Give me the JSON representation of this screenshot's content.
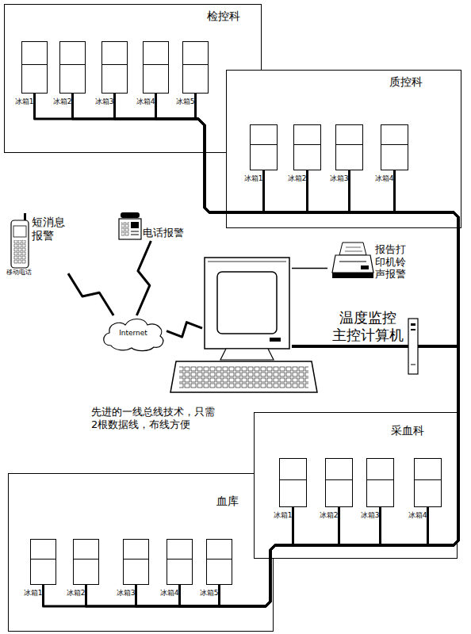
{
  "diagram": {
    "nodes": [
      {
        "text": [
          "检控科"
        ]
      },
      {
        "text": [
          "冰箱1"
        ],
        "in": 0
      },
      {
        "text": [
          "冰箱2"
        ],
        "in": 0
      },
      {
        "text": [
          "冰箱3"
        ],
        "in": 0
      },
      {
        "text": [
          "冰箱4"
        ],
        "in": 0
      },
      {
        "text": [
          "冰箱5"
        ],
        "in": 0
      },
      {
        "text": [
          "质控科"
        ]
      },
      {
        "text": [
          "冰箱1"
        ],
        "in": 6
      },
      {
        "text": [
          "冰箱2"
        ],
        "in": 6
      },
      {
        "text": [
          "冰箱3"
        ],
        "in": 6
      },
      {
        "text": [
          "冰箱4"
        ],
        "in": 6
      },
      {
        "text": [
          "短消息报警",
          "移动电话"
        ]
      },
      {
        "text": [
          "电话报警"
        ]
      },
      {
        "text": [
          "报告打印机铃声报警"
        ]
      },
      {
        "text": [
          "Internet"
        ]
      },
      {
        "text": [
          "温度监控 主控计算机"
        ]
      },
      {
        "text": [
          "采血科"
        ]
      },
      {
        "text": [
          "冰箱1"
        ],
        "in": 16
      },
      {
        "text": [
          "冰箱2"
        ],
        "in": 16
      },
      {
        "text": [
          "冰箱3"
        ],
        "in": 16
      },
      {
        "text": [
          "冰箱4"
        ],
        "in": 16
      },
      {
        "text": [
          "血库"
        ]
      },
      {
        "text": [
          "冰箱1"
        ],
        "in": 21
      },
      {
        "text": [
          "冰箱2"
        ],
        "in": 21
      },
      {
        "text": [
          "冰箱3"
        ],
        "in": 21
      },
      {
        "text": [
          "冰箱4"
        ],
        "in": 21
      },
      {
        "text": [
          "冰箱5"
        ],
        "in": 21
      }
    ],
    "edges": [
      {
        "from": 1,
        "to": 15,
        "arrow": "none"
      },
      {
        "from": 2,
        "to": 15,
        "arrow": "none"
      },
      {
        "from": 3,
        "to": 15,
        "arrow": "none"
      },
      {
        "from": 4,
        "to": 15,
        "arrow": "none"
      },
      {
        "from": 5,
        "to": 15,
        "arrow": "none"
      },
      {
        "from": 7,
        "to": 15,
        "arrow": "none"
      },
      {
        "from": 8,
        "to": 15,
        "arrow": "none"
      },
      {
        "from": 9,
        "to": 15,
        "arrow": "none"
      },
      {
        "from": 10,
        "to": 15,
        "arrow": "none"
      },
      {
        "from": 17,
        "to": 15,
        "arrow": "none"
      },
      {
        "from": 18,
        "to": 15,
        "arrow": "none"
      },
      {
        "from": 19,
        "to": 15,
        "arrow": "none"
      },
      {
        "from": 20,
        "to": 15,
        "arrow": "none"
      },
      {
        "from": 22,
        "to": 15,
        "arrow": "none"
      },
      {
        "from": 23,
        "to": 15,
        "arrow": "none"
      },
      {
        "from": 24,
        "to": 15,
        "arrow": "none"
      },
      {
        "from": 25,
        "to": 15,
        "arrow": "none"
      },
      {
        "from": 26,
        "to": 15,
        "arrow": "none"
      },
      {
        "from": 11,
        "to": 14,
        "arrow": "none"
      },
      {
        "from": 12,
        "to": 14,
        "arrow": "none"
      },
      {
        "from": 14,
        "to": 15,
        "arrow": "none"
      },
      {
        "from": 15,
        "to": 13,
        "arrow": "none"
      }
    ],
    "labels": [
      "先进的一线总线技术，只需2根数据线，布线方便"
    ]
  }
}
